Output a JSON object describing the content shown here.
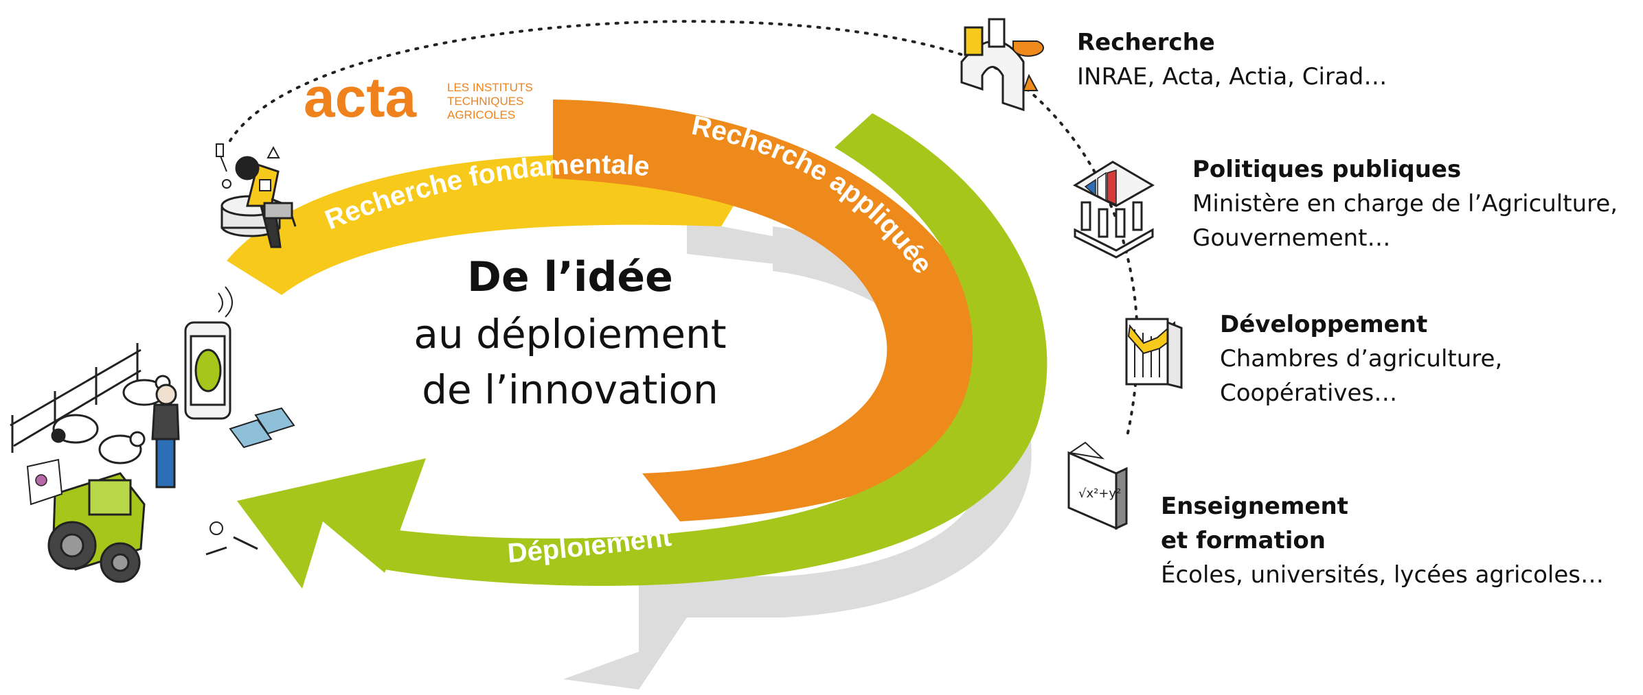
{
  "logo": {
    "word": "acta",
    "tagline_lines": [
      "LES INSTITUTS",
      "TECHNIQUES",
      "AGRICOLES"
    ],
    "color": "#F0821E"
  },
  "cycle": {
    "center_title": "De l’idée",
    "center_line2": "au déploiement",
    "center_line3": "de l’innovation",
    "stages": [
      {
        "label": "Recherche fondamentale",
        "color": "#F7C91B"
      },
      {
        "label": "Recherche appliquée",
        "color": "#EE8A1C"
      },
      {
        "label": "Déploiement",
        "color": "#A7C61B"
      }
    ],
    "shadow_color": "#DCDCDC"
  },
  "actors": [
    {
      "title": "Recherche",
      "desc_lines": [
        "INRAE, Acta, Actia, Cirad…"
      ],
      "icon": "research-building-icon"
    },
    {
      "title": "Politiques publiques",
      "desc_lines": [
        "Ministère en charge de l’Agriculture,",
        "Gouvernement…"
      ],
      "icon": "government-building-icon"
    },
    {
      "title": "Développement",
      "desc_lines": [
        "Chambres d’agriculture,",
        "Coopératives…"
      ],
      "icon": "growth-chart-icon"
    },
    {
      "title_lines": [
        "Enseignement",
        "et formation"
      ],
      "desc_lines": [
        "Écoles, universités, lycées agricoles…"
      ],
      "icon": "math-board-icon"
    }
  ],
  "illustrations": {
    "researcher": "researcher-with-laptop-icon",
    "farm": "farm-scene-icon"
  }
}
